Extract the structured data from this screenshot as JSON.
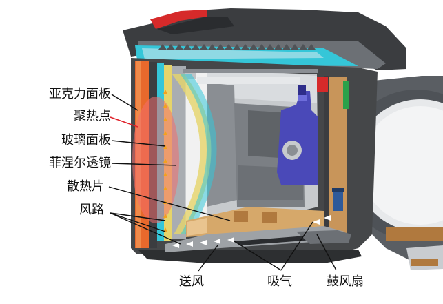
{
  "labels": {
    "acrylic_panel": "亚克力面板",
    "hot_spot": "聚热点",
    "glass_panel": "玻璃面板",
    "fresnel_lens": "菲涅尔透镜",
    "heat_sink": "散热片",
    "air_duct": "风路",
    "air_out": "送风",
    "air_in": "吸气",
    "blower_fan": "鼓风扇"
  },
  "colors": {
    "label_line": "#111111",
    "hot_spot_line": "#e0212a",
    "hot_spot_glow": "#f26d6d",
    "acrylic": "#e8692c",
    "cyan": "#35c6d8",
    "housing": "#3b3d40",
    "housing_light": "#6c7075",
    "inner_gray": "#a9adb2",
    "lens_yellow": "#e6d46a",
    "board": "#c8955a",
    "bracket": "#4a49b8",
    "heatsink": "#d6a86a",
    "green": "#2aa14a",
    "red_strip": "#d62a2a"
  }
}
